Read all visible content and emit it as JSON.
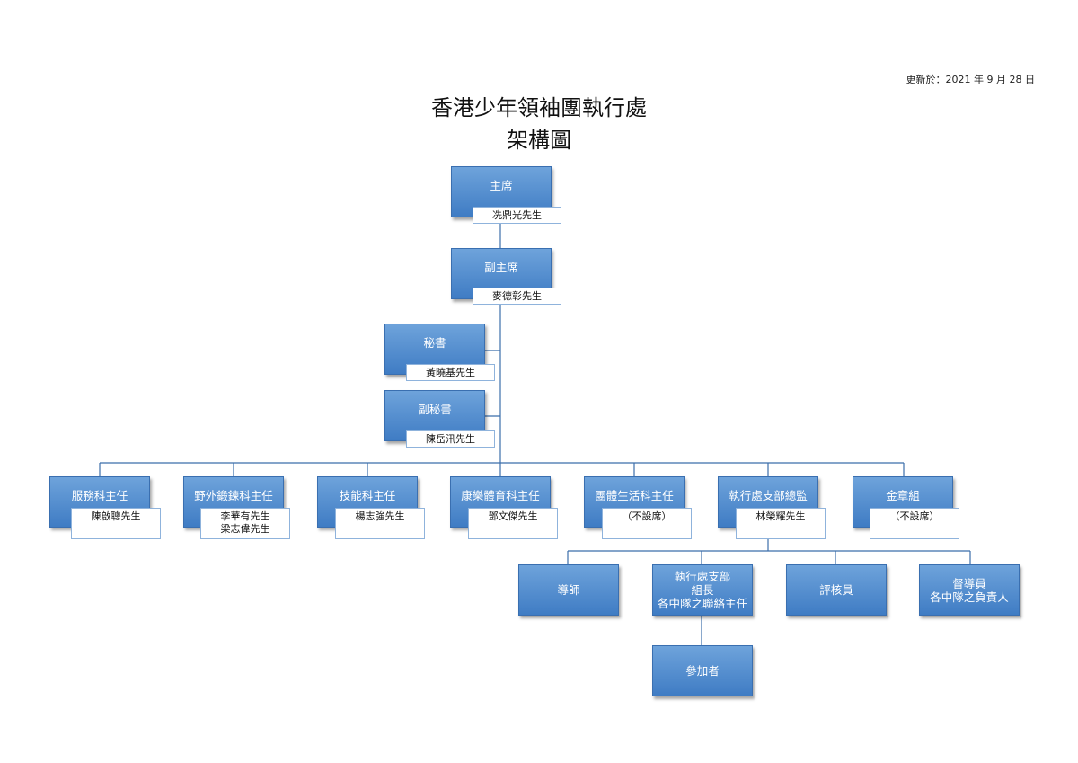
{
  "updated": "更新於：2021 年 9 月 28 日",
  "title_line1": "香港少年領袖團執行處",
  "title_line2": "架構圖",
  "chair": {
    "role": "主席",
    "name": "冼鼎光先生"
  },
  "vice_chair": {
    "role": "副主席",
    "name": "麥德彰先生"
  },
  "secretary": {
    "role": "秘書",
    "name": "黃曉基先生"
  },
  "deputy_secretary": {
    "role": "副秘書",
    "name": "陳岳汛先生"
  },
  "departments": [
    {
      "role": "服務科主任",
      "name": "陳啟聰先生"
    },
    {
      "role": "野外鍛鍊科主任",
      "name": "李華有先生\n梁志偉先生"
    },
    {
      "role": "技能科主任",
      "name": "楊志強先生"
    },
    {
      "role": "康樂體育科主任",
      "name": "鄧文傑先生"
    },
    {
      "role": "團體生活科主任",
      "name": "（不設席）"
    },
    {
      "role": "執行處支部總監",
      "name": "林榮耀先生"
    },
    {
      "role": "金章組",
      "name": "（不設席）"
    }
  ],
  "branch_units": [
    {
      "label": "導師"
    },
    {
      "label": "執行處支部\n組長\n各中隊之聯絡主任"
    },
    {
      "label": "評核員"
    },
    {
      "label": "督導員\n各中隊之負責人"
    }
  ],
  "participants": {
    "label": "參加者"
  },
  "colors": {
    "box_fill": "#4f8ed4",
    "box_border": "#3a6fb0",
    "line": "#3b6eaa",
    "name_border": "#8fb3dc"
  }
}
